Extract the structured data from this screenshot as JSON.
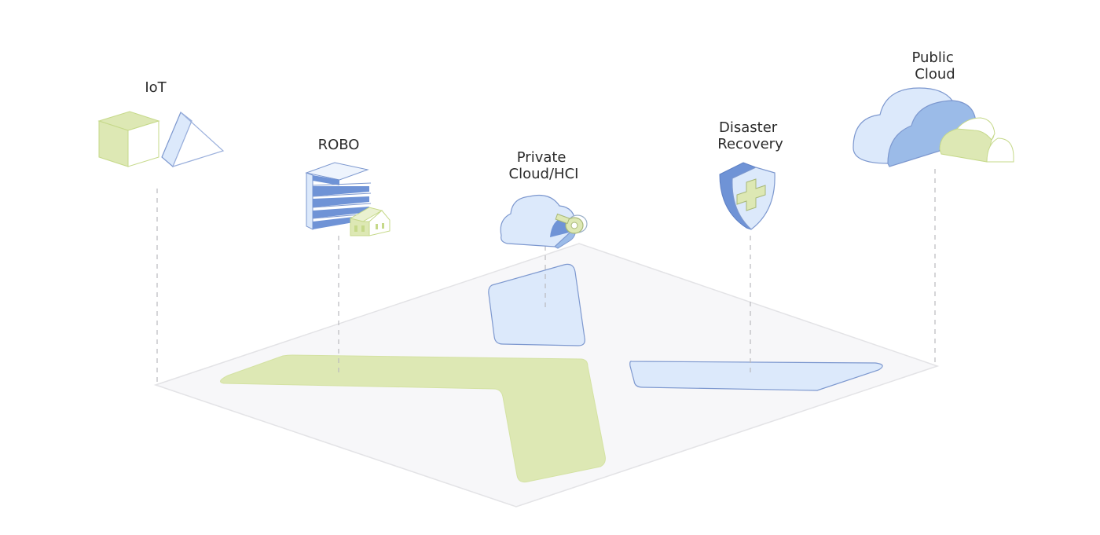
{
  "colors": {
    "platform_fill": "#f7f7f9",
    "platform_stroke": "#e3e3e6",
    "green": "#dde8b4",
    "green_stroke": "#c6d98a",
    "blue_light": "#dce9fb",
    "blue_mid": "#9bbbe8",
    "blue_dark": "#6f93d6",
    "blue_stroke": "#7d98cf",
    "dash": "#b9b9bd"
  },
  "nodes": [
    {
      "id": "iot",
      "label_lines": [
        "IoT"
      ],
      "icon": "iot-blocks-icon"
    },
    {
      "id": "robo",
      "label_lines": [
        "ROBO"
      ],
      "icon": "office-building-house-icon"
    },
    {
      "id": "private-cloud",
      "label_lines": [
        "Private",
        "Cloud/HCI"
      ],
      "icon": "cloud-key-icon"
    },
    {
      "id": "disaster-recovery",
      "label_lines": [
        "Disaster",
        "Recovery"
      ],
      "icon": "shield-plus-icon"
    },
    {
      "id": "public-cloud",
      "label_lines": [
        "Public",
        "Cloud"
      ],
      "icon": "clouds-icon"
    }
  ],
  "platform": {
    "icon": "x-logo-platform"
  }
}
